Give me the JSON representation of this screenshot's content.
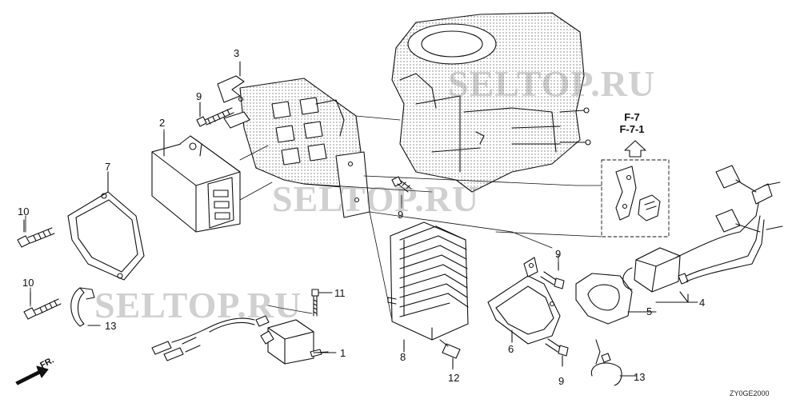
{
  "diagram": {
    "callouts": [
      {
        "id": "c1",
        "text": "1"
      },
      {
        "id": "c2",
        "text": "2"
      },
      {
        "id": "c3",
        "text": "3"
      },
      {
        "id": "c4",
        "text": "4"
      },
      {
        "id": "c5",
        "text": "5"
      },
      {
        "id": "c6",
        "text": "6"
      },
      {
        "id": "c7",
        "text": "7"
      },
      {
        "id": "c8",
        "text": "8"
      },
      {
        "id": "c9a",
        "text": "9"
      },
      {
        "id": "c9b",
        "text": "9"
      },
      {
        "id": "c9c",
        "text": "9"
      },
      {
        "id": "c9d",
        "text": "9"
      },
      {
        "id": "c10a",
        "text": "10"
      },
      {
        "id": "c10b",
        "text": "10"
      },
      {
        "id": "c11",
        "text": "11"
      },
      {
        "id": "c12",
        "text": "12"
      },
      {
        "id": "c13a",
        "text": "13"
      },
      {
        "id": "c13b",
        "text": "13"
      }
    ],
    "reference": {
      "line1": "F-7",
      "line2": "F-7-1"
    },
    "front_marker": "FR.",
    "drawing_code": "ZY0GE2000",
    "watermarks": [
      "SELTOP.RU",
      "SELTOP.RU",
      "SELTOP.RU"
    ]
  }
}
